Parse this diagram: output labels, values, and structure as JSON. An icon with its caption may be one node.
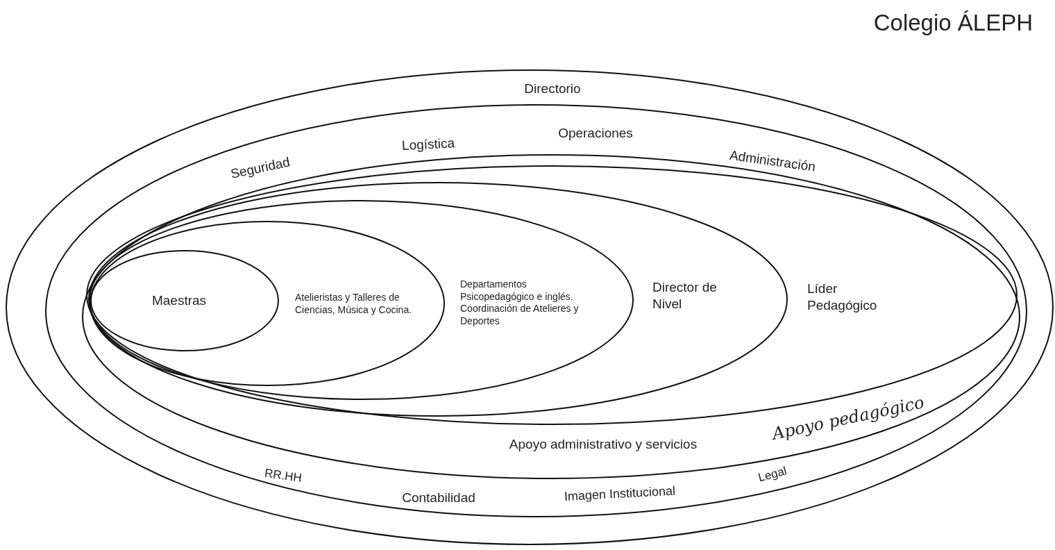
{
  "diagram": {
    "title": "Colegio ÁLEPH",
    "nodes": [
      {
        "text": [
          "Directorio"
        ]
      },
      {
        "text": [
          "Seguridad",
          "Logística",
          "Operaciones",
          "Administración",
          "RR.HH",
          "Contabilidad",
          "Imagen Institucional",
          "Legal"
        ],
        "in": 0
      },
      {
        "text": [
          "Apoyo administrativo y servicios",
          "Apoyo pedagógico"
        ],
        "in": 1
      },
      {
        "text": [
          "Líder Pedagógico"
        ],
        "in": 2
      },
      {
        "text": [
          "Director de Nivel"
        ],
        "in": 3
      },
      {
        "text": [
          "Departamentos Psicopedagógico e inglés. Coordinación de Atelieres y Deportes"
        ],
        "in": 4
      },
      {
        "text": [
          "Atelieristas y Talleres de Ciencias, Música y Cocina."
        ],
        "in": 5
      },
      {
        "text": [
          "Maestras"
        ],
        "in": 6
      }
    ]
  }
}
